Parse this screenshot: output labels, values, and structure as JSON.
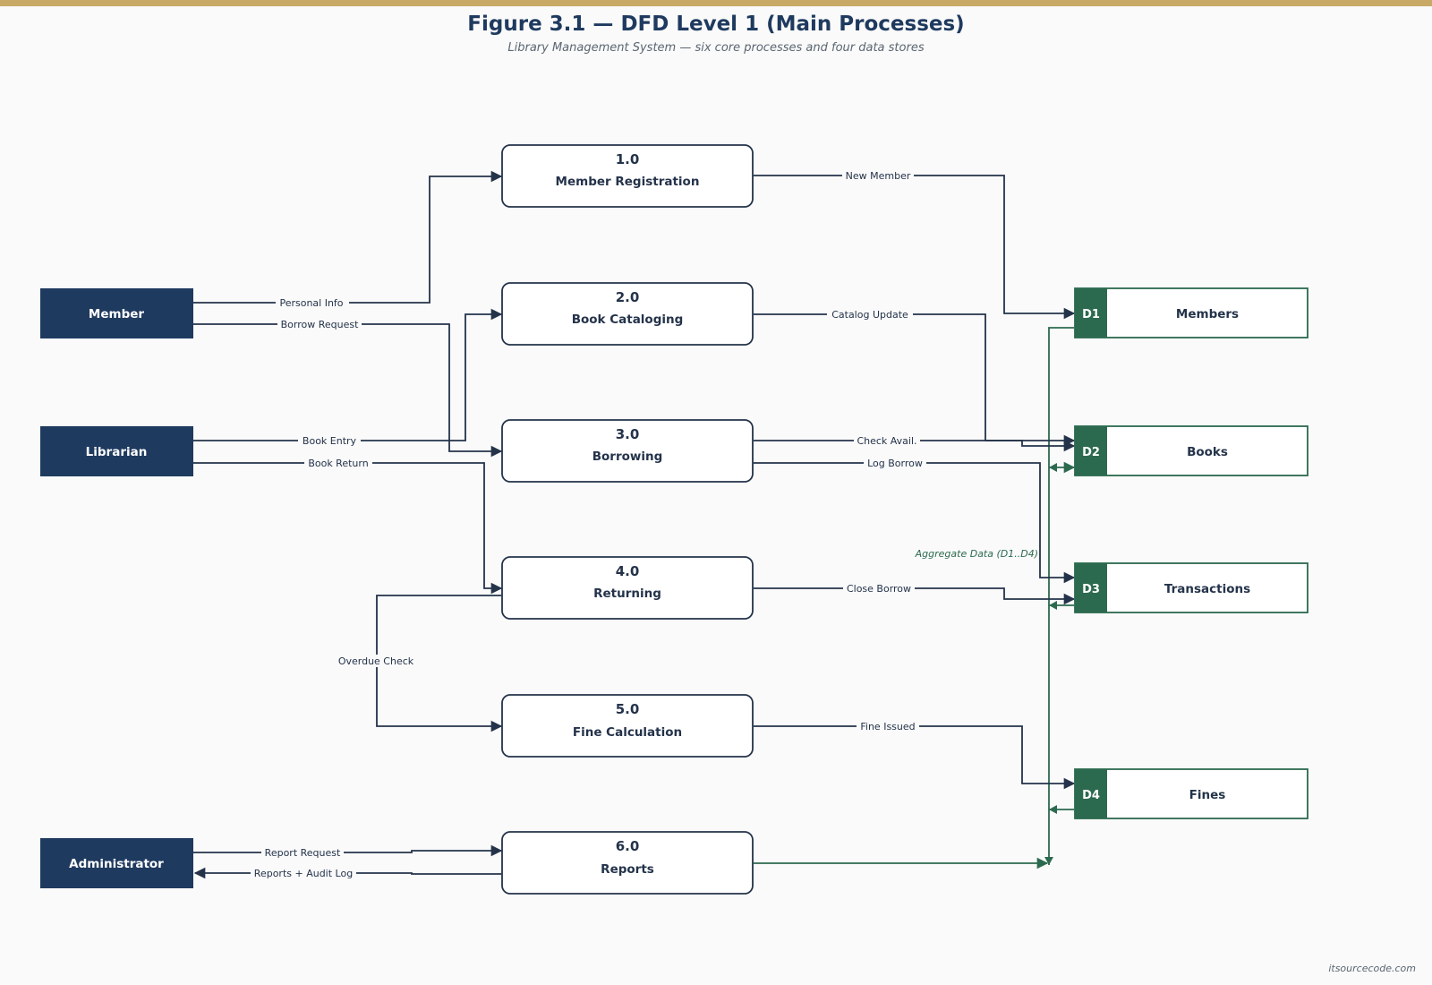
{
  "header": {
    "title": "Figure 3.1 — DFD Level 1 (Main Processes)",
    "subtitle": "Library Management System — six core processes and four data stores"
  },
  "entities": [
    {
      "label": "Member"
    },
    {
      "label": "Librarian"
    },
    {
      "label": "Administrator"
    }
  ],
  "processes": [
    {
      "number": "1.0",
      "name": "Member Registration"
    },
    {
      "number": "2.0",
      "name": "Book Cataloging"
    },
    {
      "number": "3.0",
      "name": "Borrowing"
    },
    {
      "number": "4.0",
      "name": "Returning"
    },
    {
      "number": "5.0",
      "name": "Fine Calculation"
    },
    {
      "number": "6.0",
      "name": "Reports"
    }
  ],
  "stores": [
    {
      "id": "D1",
      "name": "Members"
    },
    {
      "id": "D2",
      "name": "Books"
    },
    {
      "id": "D3",
      "name": "Transactions"
    },
    {
      "id": "D4",
      "name": "Fines"
    }
  ],
  "flows": {
    "personal_info": "Personal Info",
    "borrow_request": "Borrow Request",
    "book_entry": "Book Entry",
    "book_return": "Book Return",
    "new_member": "New Member",
    "catalog_update": "Catalog Update",
    "check_avail": "Check Avail.",
    "log_borrow": "Log Borrow",
    "close_borrow": "Close Borrow",
    "overdue_check": "Overdue Check",
    "fine_issued": "Fine Issued",
    "report_request": "Report Request",
    "reports_audit": "Reports + Audit Log",
    "aggregate": "Aggregate Data (D1..D4)"
  },
  "colors": {
    "entity": "#1f3a5f",
    "store_accent": "#2c6a4f",
    "flow_line": "#24334a",
    "top_bar": "#c8a965"
  },
  "footer": {
    "credit": "itsourcecode.com"
  }
}
